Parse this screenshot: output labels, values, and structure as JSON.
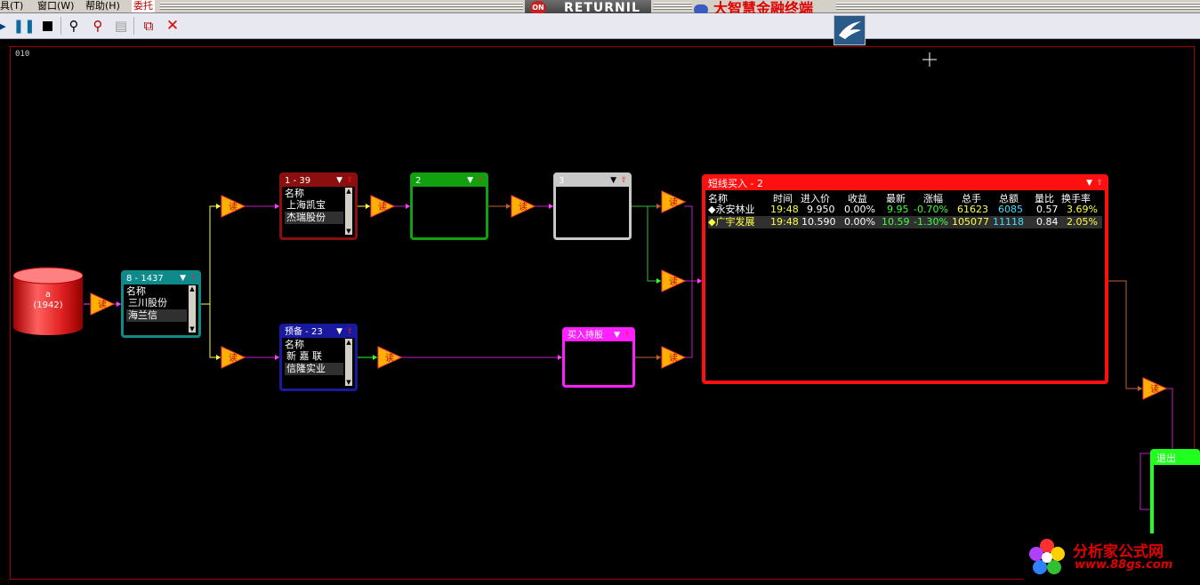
{
  "menu": {
    "items": [
      "具(T)",
      "窗口(W)",
      "帮助(H)",
      "委托"
    ],
    "returnil_badge": "ON",
    "returnil_label": "RETURNIL",
    "app_title": "大智慧金融终端"
  },
  "toolbar": {
    "icons": [
      "pause-icon",
      "stop-icon",
      "search-icon",
      "search-refresh-icon",
      "export-disabled-icon",
      "open-window-icon",
      "close-icon"
    ]
  },
  "canvas": {
    "label": "010"
  },
  "source": {
    "line1": "a",
    "line2": "(1942)"
  },
  "trigger_label": "读",
  "nodes": {
    "main": {
      "title": "8 - 1437",
      "col": "名称",
      "rows": [
        "三川股份",
        "海兰信"
      ],
      "color": "#0e8a8a"
    },
    "top1": {
      "title": "1 - 39",
      "col": "名称",
      "rows": [
        "上海凯宝",
        "杰瑞股份"
      ],
      "color": "#8b0f0f"
    },
    "top2": {
      "title": "2",
      "color": "#10a010"
    },
    "top3": {
      "title": "3",
      "color": "#c8c8c8"
    },
    "reserve": {
      "title": "预备 - 23",
      "col": "名称",
      "rows": [
        "新 嘉 联",
        "信隆实业"
      ],
      "color": "#1a1aa0"
    },
    "buyhold": {
      "title": "买入持股",
      "color": "#ff20ff"
    },
    "exit": {
      "title": "退出",
      "color": "#20ff20"
    }
  },
  "short_buy": {
    "title": "短线买入 - 2",
    "color": "#ff1010",
    "headers": [
      "名称",
      "时间",
      "进入价",
      "收益",
      "最新",
      "涨幅",
      "总手",
      "总额",
      "量比",
      "换手率"
    ],
    "rows": [
      [
        "◆永安林业",
        "19:48",
        "9.950",
        "0.00%",
        "9.95",
        "-0.70%",
        "61623",
        "6085",
        "0.57",
        "3.69%"
      ],
      [
        "◆广宇发展",
        "19:48",
        "10.590",
        "0.00%",
        "10.59",
        "-1.30%",
        "105077",
        "11118",
        "0.84",
        "2.05%"
      ]
    ]
  },
  "watermark": {
    "name": "分析家公式网",
    "url": "www.88gs.com"
  }
}
